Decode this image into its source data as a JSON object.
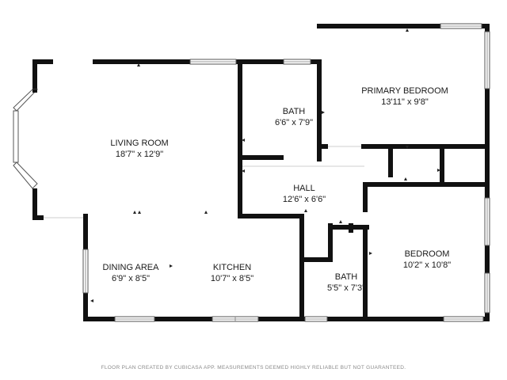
{
  "rooms": {
    "living": {
      "name": "LIVING ROOM",
      "dims": "18'7\" x 12'9\""
    },
    "bath_upper": {
      "name": "BATH",
      "dims": "6'6\" x 7'9\""
    },
    "primary": {
      "name": "PRIMARY BEDROOM",
      "dims": "13'11\" x 9'8\""
    },
    "hall": {
      "name": "HALL",
      "dims": "12'6\" x 6'6\""
    },
    "dining": {
      "name": "DINING AREA",
      "dims": "6'9\" x 8'5\""
    },
    "kitchen": {
      "name": "KITCHEN",
      "dims": "10'7\" x 8'5\""
    },
    "bath_lower": {
      "name": "BATH",
      "dims": "5'5\" x 7'3\""
    },
    "bedroom": {
      "name": "BEDROOM",
      "dims": "10'2\" x 10'8\""
    }
  },
  "footer": "FLOOR PLAN CREATED BY CUBICASA APP. MEASUREMENTS DEEMED HIGHLY RELIABLE BUT NOT GUARANTEED."
}
